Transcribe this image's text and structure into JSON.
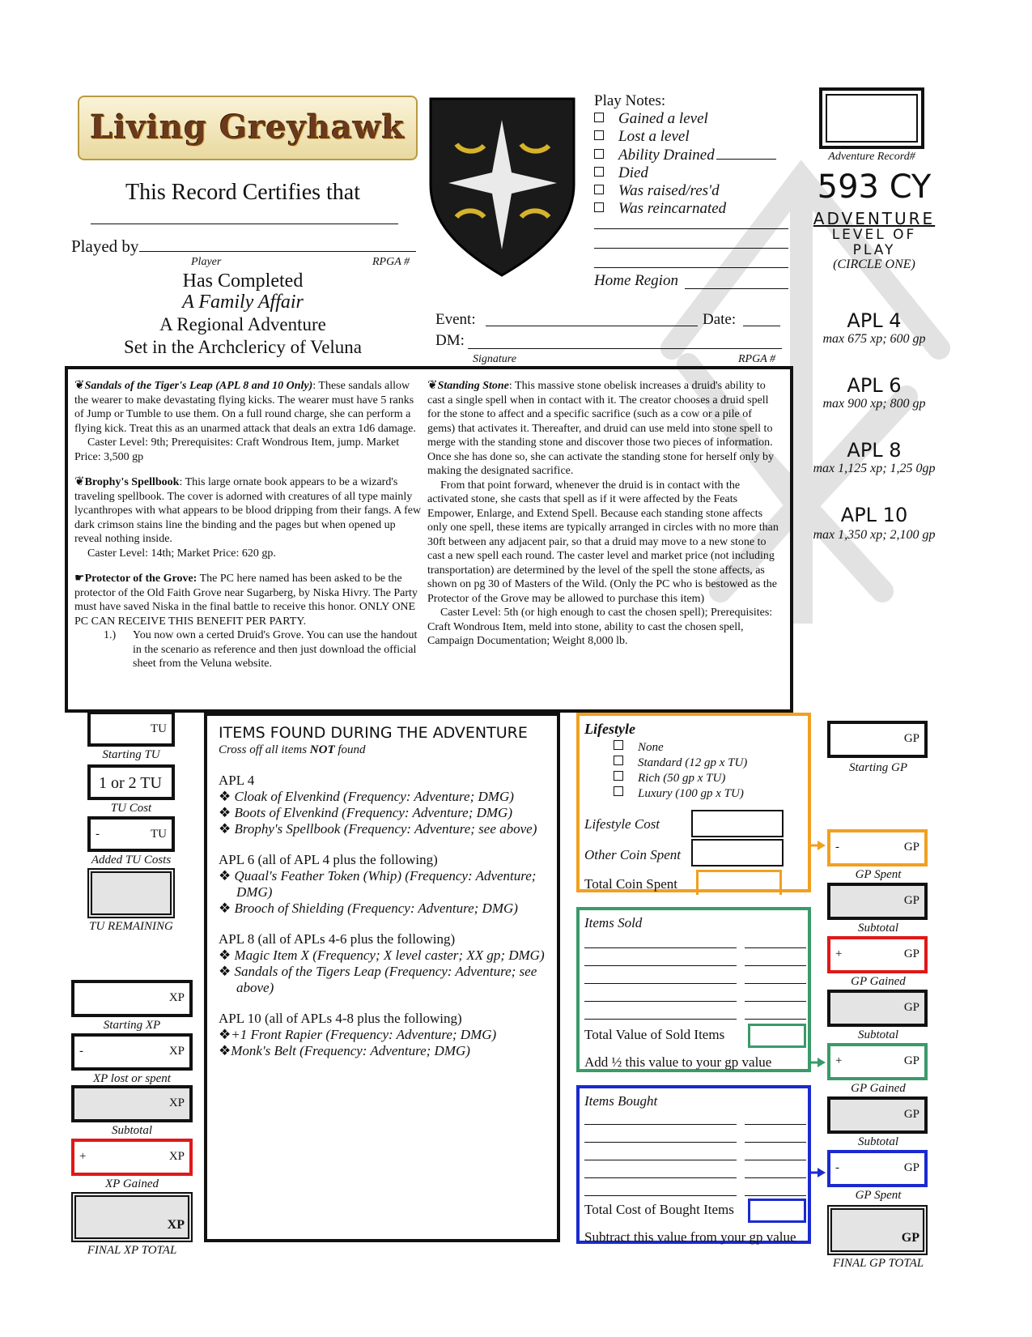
{
  "header": {
    "logo_text": "Living Greyhawk",
    "certifies": "This Record Certifies that",
    "played_by": "Played by",
    "player_label": "Player",
    "rpga_label": "RPGA #",
    "has_completed": "Has Completed",
    "adventure_title": "A Family Affair",
    "regional": "A Regional Adventure",
    "setting": "Set in the Archclericy of Veluna"
  },
  "play_notes": {
    "title": "Play Notes:",
    "items": [
      "Gained a level",
      "Lost a level",
      "Ability Drained",
      "Died",
      "Was raised/res'd",
      "Was reincarnated"
    ],
    "home_region": "Home Region"
  },
  "event": {
    "event_label": "Event:",
    "date_label": "Date:",
    "dm_label": "DM:",
    "signature_label": "Signature",
    "rpga_label": "RPGA #"
  },
  "right_column": {
    "adventure_record": "Adventure Record#",
    "year": "593 CY",
    "adventure": "ADVENTURE",
    "level_of": "LEVEL OF",
    "play": "PLAY",
    "circle_one": "(CIRCLE ONE)",
    "apls": [
      {
        "label": "APL 4",
        "max": "max 675 xp; 600 gp"
      },
      {
        "label": "APL 6",
        "max": "max 900 xp; 800 gp"
      },
      {
        "label": "APL 8",
        "max": "max 1,125 xp; 1,25 0gp"
      },
      {
        "label": "APL 10",
        "max": "max 1,350  xp; 2,100 gp"
      }
    ]
  },
  "certs": {
    "sandals_title": "Sandals of the Tiger's Leap (APL 8 and 10 Only)",
    "sandals_body": ": These sandals allow the wearer to make devastating flying kicks. The wearer must have 5 ranks of Jump or Tumble to use them. On a full round charge, she can perform a flying kick. Treat this as an unarmed attack that deals an extra 1d6 damage.",
    "sandals_caster": "Caster Level: 9th; Prerequisites: Craft Wondrous Item, jump. Market Price: 3,500 gp",
    "brophy_title": "Brophy's Spellbook",
    "brophy_body": ": This large ornate book appears to be a wizard's traveling spellbook. The cover is adorned with creatures of all type mainly lycanthropes with what appears to be blood dripping from their fangs. A few dark crimson stains line the binding and the pages but when opened up reveal nothing inside.",
    "brophy_caster": "Caster Level: 14th; Market Price: 620 gp.",
    "protector_title": "Protector of the Grove:",
    "protector_body": " The PC here named has been asked to be the protector of the Old Faith Grove near Sugarberg, by Niska Hivry. The Party must have saved Niska in the final battle to receive this honor. ONLY ONE PC CAN RECEIVE THIS BENEFIT PER PARTY.",
    "protector_num": "1.)",
    "protector_note": "You now own a certed Druid's Grove. You can use the handout in the scenario as reference and then just download the official sheet from the Veluna website.",
    "stone_title": "Standing Stone",
    "stone_body": ": This massive stone obelisk increases a druid's ability to cast a single spell when in contact with it. The creator chooses a druid spell for the stone to affect and a specific sacrifice (such as a cow or a pile of gems) that activates it. Thereafter, and druid can use meld into stone spell to merge with the standing stone and discover those two pieces of information. Once she has done so, she can activate the standing stone for herself only by making the designated sacrifice.",
    "stone_body2": "From that point forward, whenever the druid is in contact with the activated stone, she casts that spell as if it were affected by the Feats Empower, Enlarge, and Extend Spell. Because each standing stone affects only one spell, these items are typically arranged in circles with no more than 30ft between any adjacent pair, so that a druid may move to a new stone to cast a new spell each round. The caster level and market price (not including transportation) are determined by the level of the spell the stone affects, as shown on pg 30 of Masters of the Wild. (Only the PC who is bestowed as the Protector of the Grove may be allowed to purchase this item)",
    "stone_caster": "Caster Level: 5th (or high enough to cast the chosen spell); Prerequisites: Craft Wondrous Item, meld into stone, ability to cast the chosen spell, Campaign Documentation; Weight 8,000 lb."
  },
  "tu": {
    "tu_unit": "TU",
    "starting_tu": "Starting TU",
    "tu_cost_value": "1 or 2  TU",
    "tu_cost": "TU Cost",
    "minus": "-",
    "added_tu": "Added TU Costs",
    "tu_remaining": "TU REMAINING"
  },
  "xp": {
    "unit": "XP",
    "starting": "Starting XP",
    "lost": "XP lost or spent",
    "subtotal": "Subtotal",
    "gained": "XP Gained",
    "final": "FINAL XP TOTAL",
    "minus": "-",
    "plus": "+"
  },
  "items_found": {
    "title": "ITEMS FOUND DURING THE ADVENTURE",
    "subtitle_pre": "Cross off all items ",
    "subtitle_not": "NOT",
    "subtitle_post": " found",
    "groups": [
      {
        "head": "APL 4",
        "tail": "",
        "items": [
          "Cloak of Elvenkind  (Frequency: Adventure; DMG)",
          "Boots of Elvenkind (Frequency: Adventure; DMG)",
          "Brophy's Spellbook (Frequency: Adventure; see above)"
        ]
      },
      {
        "head": "APL 6",
        "tail": " (all of APL 4 plus the following)",
        "items": [
          "Quaal's Feather Token (Whip) (Frequency: Adventure; DMG)",
          "Brooch of Shielding (Frequency: Adventure; DMG)"
        ]
      },
      {
        "head": "APL 8",
        "tail": " (all of APLs 4-6 plus the following)",
        "items": [
          "Magic Item X  (Frequency; X level caster; XX gp; DMG)",
          "Sandals of the Tigers Leap (Frequency: Adventure; see above)"
        ]
      },
      {
        "head": "APL 10",
        "tail": " (all of APLs 4-8 plus the following)",
        "items": [
          "+1 Front Rapier (Frequency: Adventure; DMG)",
          "Monk's Belt (Frequency: Adventure; DMG)"
        ]
      }
    ]
  },
  "lifestyle": {
    "title": "Lifestyle",
    "options": [
      "None",
      "Standard (12 gp x TU)",
      "Rich (50 gp x TU)",
      "Luxury (100 gp x TU)"
    ],
    "cost": "Lifestyle Cost",
    "other": "Other Coin Spent",
    "total": "Total Coin Spent"
  },
  "sold": {
    "title": "Items Sold",
    "total": "Total Value of Sold Items",
    "add": "Add ½ this value to your gp value"
  },
  "bought": {
    "title": "Items Bought",
    "total": "Total Cost of Bought Items",
    "subtract": "Subtract this value from your gp value"
  },
  "gp": {
    "unit": "GP",
    "starting": "Starting GP",
    "spent": "GP Spent",
    "subtotal": "Subtotal",
    "gained": "GP Gained",
    "final": "FINAL GP TOTAL",
    "minus": "-",
    "plus": "+"
  },
  "colors": {
    "orange": "#f0a020",
    "green": "#3a9a6a",
    "blue": "#1a2ad0",
    "red": "#e01818"
  }
}
